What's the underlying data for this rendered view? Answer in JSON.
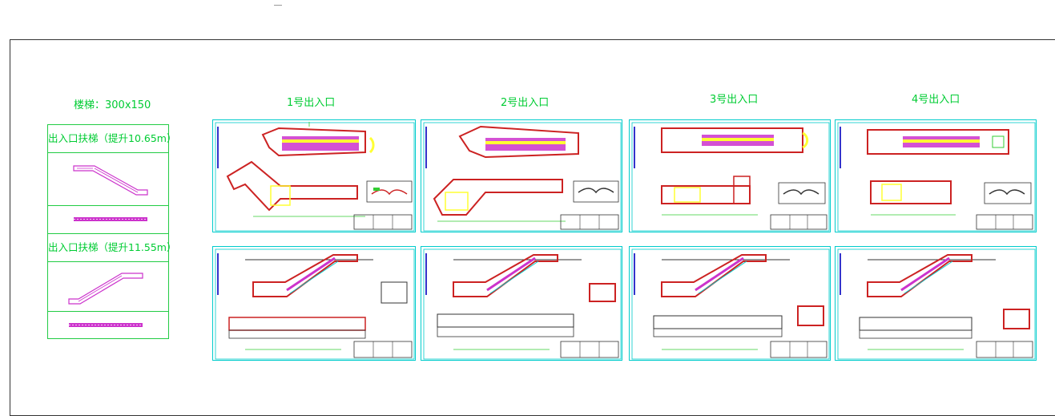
{
  "stair_label": "楼梯：300x150",
  "legend": {
    "escalator_1": "出入口扶梯（提升10.65m）",
    "escalator_2": "出入口扶梯（提升11.55m）"
  },
  "entrances": [
    {
      "label": "1号出入口"
    },
    {
      "label": "2号出入口"
    },
    {
      "label": "3号出入口"
    },
    {
      "label": "4号出入口"
    }
  ],
  "colors": {
    "frame": "#00cccc",
    "label": "#00cc33",
    "wall": "#cc2222",
    "escalator": "#cc33cc",
    "highlight": "#ffff33",
    "dim": "#33cc33",
    "outline": "#333333"
  }
}
